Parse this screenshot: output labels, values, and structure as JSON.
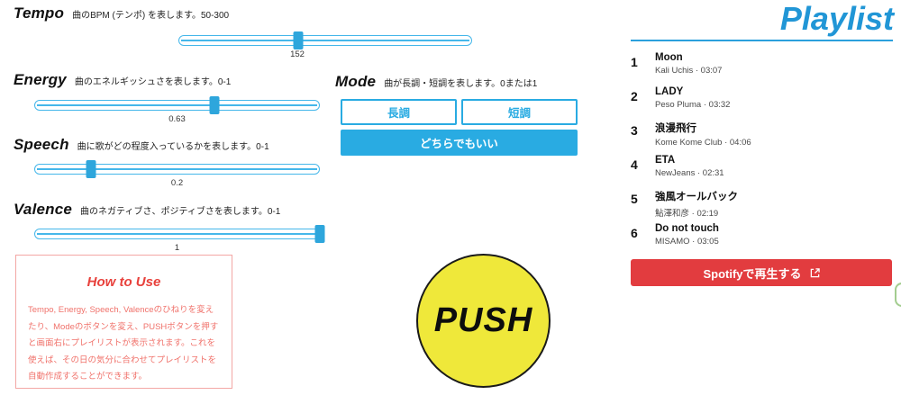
{
  "colors": {
    "accent_blue": "#29abe2",
    "playlist_blue": "#2196d6",
    "spotify_red": "#e23c3f",
    "howto_red": "#e8413c",
    "push_yellow": "#efe83a"
  },
  "sliders": [
    {
      "label": "Tempo",
      "desc": "曲のBPM (テンポ) を表します。50-300",
      "value": "152",
      "percent": 40.8
    },
    {
      "label": "Energy",
      "desc": "曲のエネルギッシュさを表します。0-1",
      "value": "0.63",
      "percent": 63
    },
    {
      "label": "Speech",
      "desc": "曲に歌がどの程度入っているかを表します。0-1",
      "value": "0.2",
      "percent": 20
    },
    {
      "label": "Valence",
      "desc": "曲のネガティブさ、ポジティブさを表します。0-1",
      "value": "1",
      "percent": 100
    }
  ],
  "mode": {
    "label": "Mode",
    "desc": "曲が長調・短調を表します。0または1",
    "major_label": "長調",
    "minor_label": "短調",
    "either_label": "どちらでもいい"
  },
  "push": {
    "label": "PUSH"
  },
  "how_to_use": {
    "title": "How to Use",
    "body": "Tempo, Energy, Speech, Valenceのひねりを変えたり、Modeのボタンを変え、PUSHボタンを押すと画面右にプレイリストが表示されます。これを使えば、その日の気分に合わせてプレイリストを自動作成することができます。"
  },
  "playlist": {
    "title": "Playlist",
    "tracks": [
      {
        "num": "1",
        "title": "Moon",
        "meta": "Kali Uchis · 03:07"
      },
      {
        "num": "2",
        "title": "LADY",
        "meta": "Peso Pluma · 03:32"
      },
      {
        "num": "3",
        "title": "浪漫飛行",
        "meta": "Kome Kome Club · 04:06"
      },
      {
        "num": "4",
        "title": "ETA",
        "meta": "NewJeans · 02:31"
      },
      {
        "num": "5",
        "title": "強風オールバック",
        "meta": "鮎澤和彦 · 02:19"
      },
      {
        "num": "6",
        "title": "Do not touch",
        "meta": "MISAMO · 03:05"
      }
    ],
    "spotify_button_label": "Spotifyで再生する"
  }
}
